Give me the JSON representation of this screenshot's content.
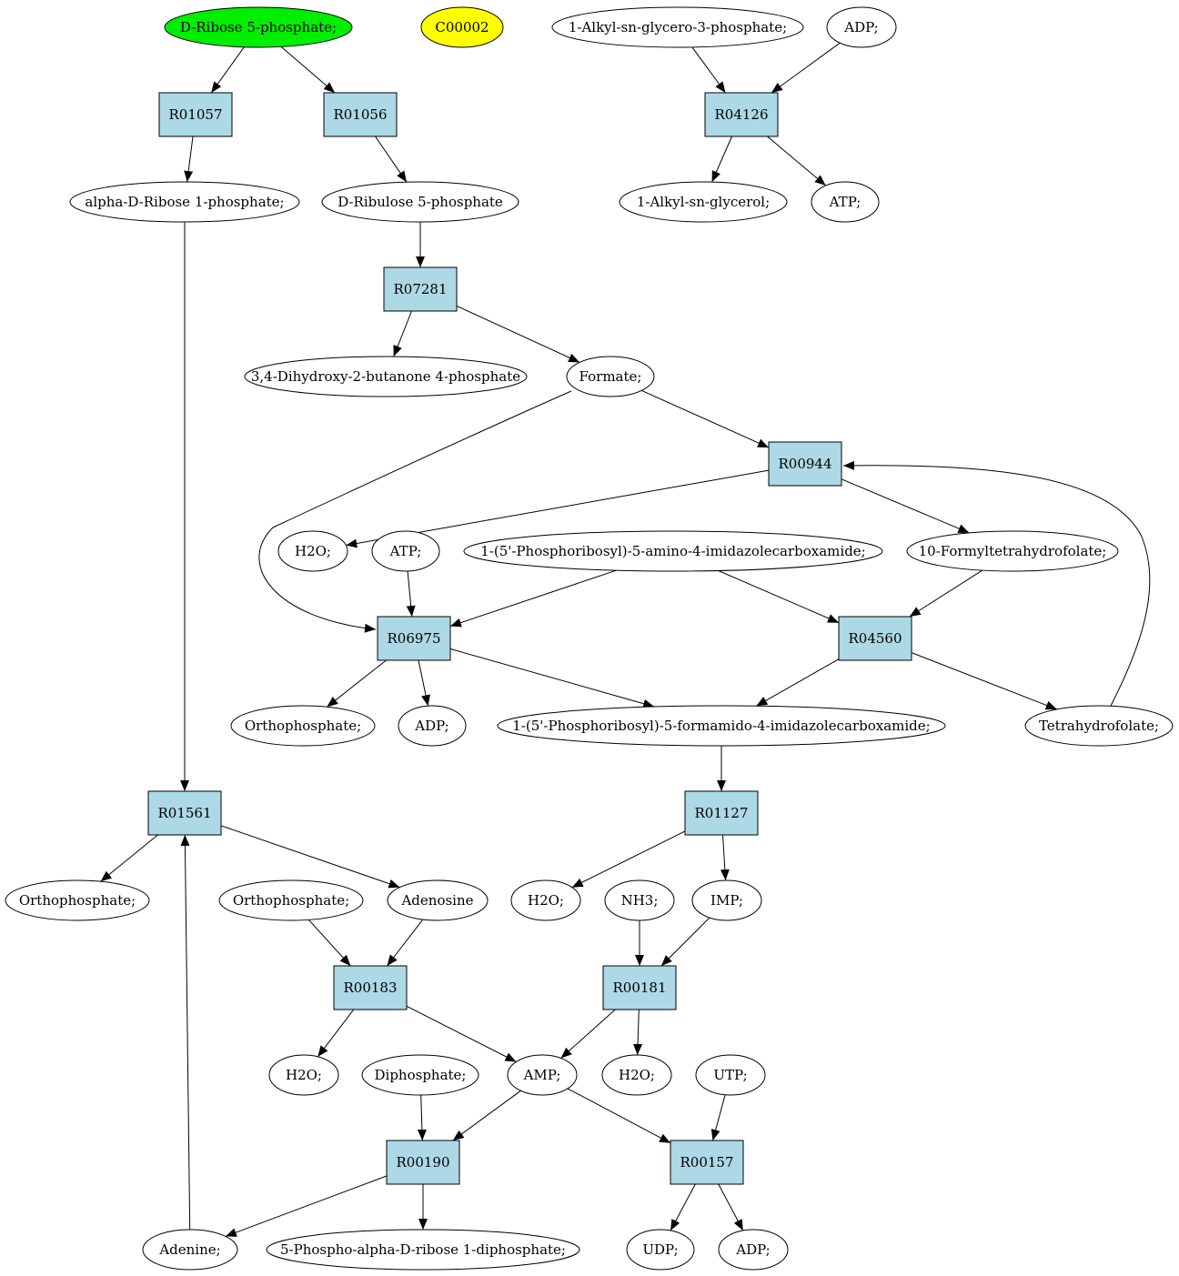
{
  "colors": {
    "start_compound": "#00ee00",
    "highlight_compound": "#ffff00",
    "compound": "#ffffff",
    "reaction": "#add8e6",
    "stroke": "#000000"
  },
  "compounds": {
    "d_ribose_5p": {
      "label": "D-Ribose 5-phosphate;",
      "style": "start"
    },
    "c00002": {
      "label": "C00002",
      "style": "highlight"
    },
    "alkyl_glycero_3p": {
      "label": "1-Alkyl-sn-glycero-3-phosphate;"
    },
    "adp_top": {
      "label": "ADP;"
    },
    "alpha_ribose_1p": {
      "label": "alpha-D-Ribose 1-phosphate;"
    },
    "d_ribulose_5p": {
      "label": "D-Ribulose 5-phosphate"
    },
    "alkyl_glycerol": {
      "label": "1-Alkyl-sn-glycerol;"
    },
    "atp_top": {
      "label": "ATP;"
    },
    "dihydroxy_butanone": {
      "label": "3,4-Dihydroxy-2-butanone 4-phosphate"
    },
    "formate": {
      "label": "Formate;"
    },
    "h2o_a": {
      "label": "H2O;"
    },
    "atp_mid": {
      "label": "ATP;"
    },
    "aicar": {
      "label": "1-(5'-Phosphoribosyl)-5-amino-4-imidazolecarboxamide;"
    },
    "formyl_thf": {
      "label": "10-Formyltetrahydrofolate;"
    },
    "orthophosphate_mid": {
      "label": "Orthophosphate;"
    },
    "adp_mid": {
      "label": "ADP;"
    },
    "faicar": {
      "label": "1-(5'-Phosphoribosyl)-5-formamido-4-imidazolecarboxamide;"
    },
    "thf": {
      "label": "Tetrahydrofolate;"
    },
    "orthophosphate_left": {
      "label": "Orthophosphate;"
    },
    "orthophosphate_in": {
      "label": "Orthophosphate;"
    },
    "adenosine": {
      "label": "Adenosine"
    },
    "h2o_b": {
      "label": "H2O;"
    },
    "nh3": {
      "label": "NH3;"
    },
    "imp": {
      "label": "IMP;"
    },
    "h2o_c": {
      "label": "H2O;"
    },
    "diphosphate": {
      "label": "Diphosphate;"
    },
    "amp": {
      "label": "AMP;"
    },
    "h2o_d": {
      "label": "H2O;"
    },
    "utp": {
      "label": "UTP;"
    },
    "adenine": {
      "label": "Adenine;"
    },
    "prpp": {
      "label": "5-Phospho-alpha-D-ribose 1-diphosphate;"
    },
    "udp": {
      "label": "UDP;"
    },
    "adp_bottom": {
      "label": "ADP;"
    }
  },
  "reactions": {
    "r01057": {
      "label": "R01057"
    },
    "r01056": {
      "label": "R01056"
    },
    "r04126": {
      "label": "R04126"
    },
    "r07281": {
      "label": "R07281"
    },
    "r00944": {
      "label": "R00944"
    },
    "r06975": {
      "label": "R06975"
    },
    "r04560": {
      "label": "R04560"
    },
    "r01561": {
      "label": "R01561"
    },
    "r01127": {
      "label": "R01127"
    },
    "r00183": {
      "label": "R00183"
    },
    "r00181": {
      "label": "R00181"
    },
    "r00190": {
      "label": "R00190"
    },
    "r00157": {
      "label": "R00157"
    }
  },
  "edges": [
    {
      "from": "d_ribose_5p",
      "to": "r01057"
    },
    {
      "from": "d_ribose_5p",
      "to": "r01056"
    },
    {
      "from": "alkyl_glycero_3p",
      "to": "r04126"
    },
    {
      "from": "adp_top",
      "to": "r04126"
    },
    {
      "from": "r01057",
      "to": "alpha_ribose_1p"
    },
    {
      "from": "r01056",
      "to": "d_ribulose_5p"
    },
    {
      "from": "r04126",
      "to": "alkyl_glycerol"
    },
    {
      "from": "r04126",
      "to": "atp_top"
    },
    {
      "from": "d_ribulose_5p",
      "to": "r07281"
    },
    {
      "from": "r07281",
      "to": "dihydroxy_butanone"
    },
    {
      "from": "r07281",
      "to": "formate"
    },
    {
      "from": "formate",
      "to": "r00944"
    },
    {
      "from": "formate",
      "to": "r06975"
    },
    {
      "from": "r00944",
      "to": "h2o_a"
    },
    {
      "from": "r00944",
      "to": "formyl_thf"
    },
    {
      "from": "thf",
      "to": "r00944"
    },
    {
      "from": "atp_mid",
      "to": "r06975"
    },
    {
      "from": "aicar",
      "to": "r06975"
    },
    {
      "from": "aicar",
      "to": "r04560"
    },
    {
      "from": "formyl_thf",
      "to": "r04560"
    },
    {
      "from": "r06975",
      "to": "orthophosphate_mid"
    },
    {
      "from": "r06975",
      "to": "adp_mid"
    },
    {
      "from": "r06975",
      "to": "faicar"
    },
    {
      "from": "r04560",
      "to": "faicar"
    },
    {
      "from": "r04560",
      "to": "thf"
    },
    {
      "from": "faicar",
      "to": "r01127"
    },
    {
      "from": "alpha_ribose_1p",
      "to": "r01561"
    },
    {
      "from": "adenine",
      "to": "r01561"
    },
    {
      "from": "r01561",
      "to": "orthophosphate_left"
    },
    {
      "from": "r01561",
      "to": "adenosine"
    },
    {
      "from": "r01127",
      "to": "h2o_b"
    },
    {
      "from": "r01127",
      "to": "imp"
    },
    {
      "from": "orthophosphate_in",
      "to": "r00183"
    },
    {
      "from": "adenosine",
      "to": "r00183"
    },
    {
      "from": "nh3",
      "to": "r00181"
    },
    {
      "from": "imp",
      "to": "r00181"
    },
    {
      "from": "r00183",
      "to": "h2o_c"
    },
    {
      "from": "r00183",
      "to": "amp"
    },
    {
      "from": "r00181",
      "to": "amp"
    },
    {
      "from": "r00181",
      "to": "h2o_d"
    },
    {
      "from": "diphosphate",
      "to": "r00190"
    },
    {
      "from": "amp",
      "to": "r00190"
    },
    {
      "from": "amp",
      "to": "r00157"
    },
    {
      "from": "utp",
      "to": "r00157"
    },
    {
      "from": "r00190",
      "to": "adenine"
    },
    {
      "from": "r00190",
      "to": "prpp"
    },
    {
      "from": "r00157",
      "to": "udp"
    },
    {
      "from": "r00157",
      "to": "adp_bottom"
    }
  ]
}
